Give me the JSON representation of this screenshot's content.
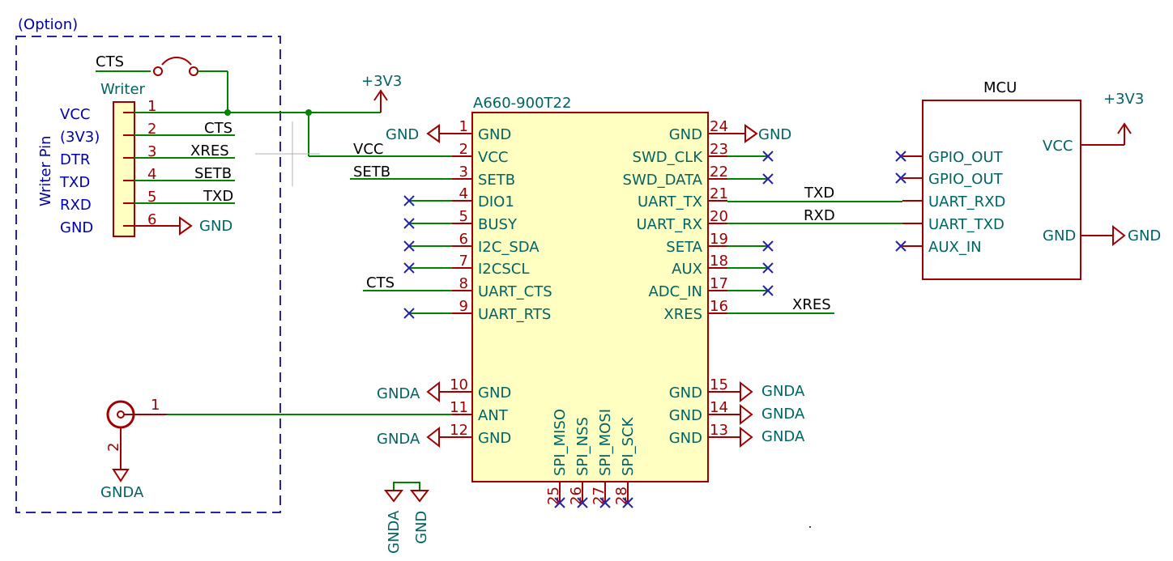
{
  "option_label": "(Option)",
  "writer": {
    "title": "Writer",
    "side_label": "Writer Pin",
    "cts_switch": "CTS",
    "left_labels": [
      "VCC",
      "(3V3)",
      "DTR",
      "TXD",
      "RXD",
      "GND"
    ],
    "pin_numbers": [
      "1",
      "2",
      "3",
      "4",
      "5",
      "6"
    ],
    "nets": [
      "CTS",
      "XRES",
      "SETB",
      "TXD"
    ],
    "gnd": "GND"
  },
  "antenna": {
    "pin1": "1",
    "pin2": "2",
    "gnd": "GNDA"
  },
  "power": {
    "v3a": "+3V3",
    "v3b": "+3V3"
  },
  "module": {
    "name": "A660-900T22",
    "left_pins": [
      {
        "num": "1",
        "name": "GND"
      },
      {
        "num": "2",
        "name": "VCC"
      },
      {
        "num": "3",
        "name": "SETB"
      },
      {
        "num": "4",
        "name": "DIO1"
      },
      {
        "num": "5",
        "name": "BUSY"
      },
      {
        "num": "6",
        "name": "I2C_SDA"
      },
      {
        "num": "7",
        "name": "I2CSCL"
      },
      {
        "num": "8",
        "name": "UART_CTS"
      },
      {
        "num": "9",
        "name": "UART_RTS"
      },
      {
        "num": "10",
        "name": "GND"
      },
      {
        "num": "11",
        "name": "ANT"
      },
      {
        "num": "12",
        "name": "GND"
      }
    ],
    "right_pins": [
      {
        "num": "24",
        "name": "GND"
      },
      {
        "num": "23",
        "name": "SWD_CLK"
      },
      {
        "num": "22",
        "name": "SWD_DATA"
      },
      {
        "num": "21",
        "name": "UART_TX"
      },
      {
        "num": "20",
        "name": "UART_RX"
      },
      {
        "num": "19",
        "name": "SETA"
      },
      {
        "num": "18",
        "name": "AUX"
      },
      {
        "num": "17",
        "name": "ADC_IN"
      },
      {
        "num": "16",
        "name": "XRES"
      },
      {
        "num": "15",
        "name": "GND"
      },
      {
        "num": "14",
        "name": "GND"
      },
      {
        "num": "13",
        "name": "GND"
      }
    ],
    "bottom_pins": [
      {
        "num": "25",
        "name": "SPI_MISO"
      },
      {
        "num": "26",
        "name": "SPI_NSS"
      },
      {
        "num": "27",
        "name": "SPI_MOSI"
      },
      {
        "num": "28",
        "name": "SPI_SCK"
      }
    ]
  },
  "net_labels": {
    "vcc": "VCC",
    "setb": "SETB",
    "cts": "CTS",
    "txd": "TXD",
    "rxd": "RXD",
    "xres": "XRES",
    "gnd": "GND",
    "gnda": "GNDA"
  },
  "mcu": {
    "name": "MCU",
    "left_pins": [
      "GPIO_OUT",
      "GPIO_OUT",
      "UART_RXD",
      "UART_TXD",
      "AUX_IN"
    ],
    "right_pins": [
      "VCC",
      "GND"
    ]
  }
}
